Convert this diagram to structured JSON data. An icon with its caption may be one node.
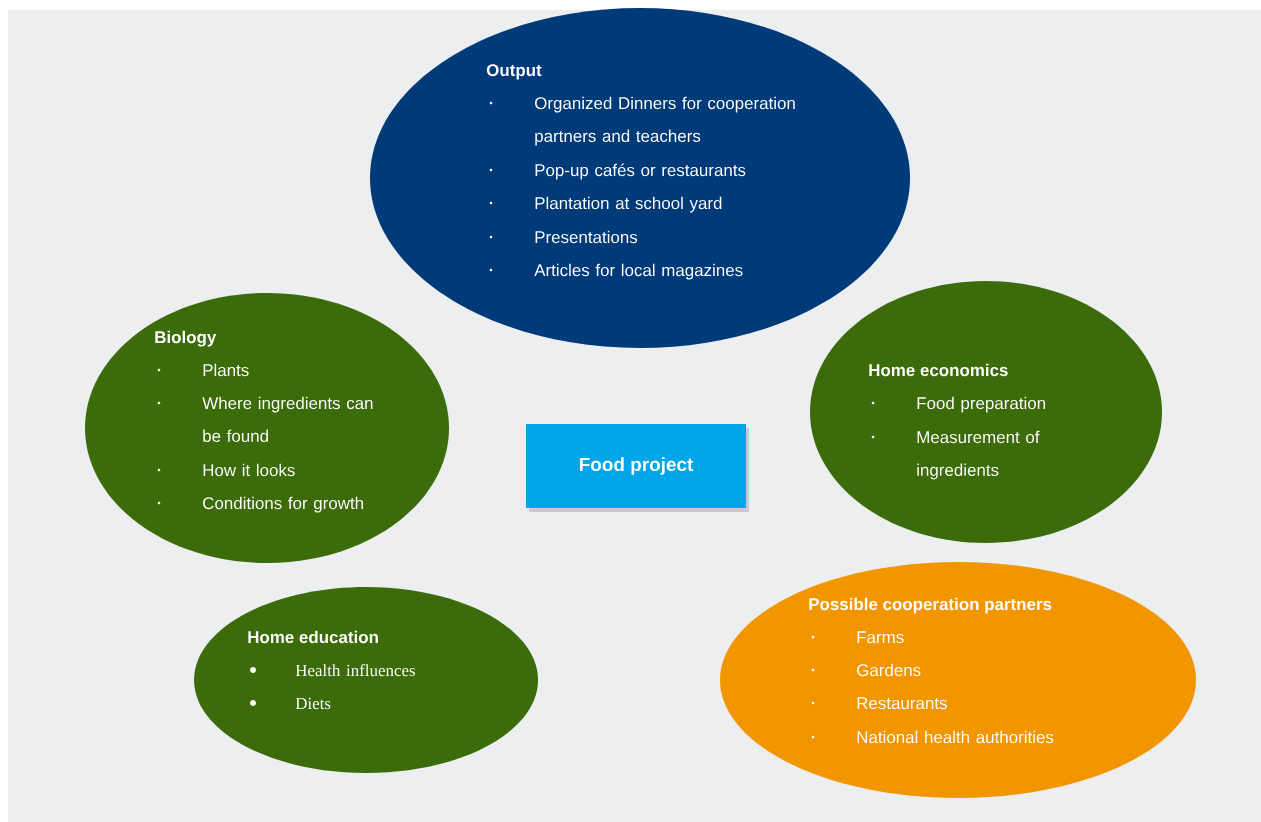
{
  "diagram": {
    "nodes": [
      {
        "text": [
          "Output",
          "Organized Dinners for cooperation partners and teachers",
          "Pop-up cafés or restaurants",
          "Plantation at school yard",
          "Presentations",
          "Articles for local magazines"
        ]
      },
      {
        "text": [
          "Biology",
          "Plants",
          "Where ingredients can be found",
          "How it looks",
          "Conditions for growth"
        ]
      },
      {
        "text": [
          "Food project"
        ]
      },
      {
        "text": [
          "Home economics",
          "Food preparation",
          "Measurement of ingredients"
        ]
      },
      {
        "text": [
          "Home education",
          "Health influences",
          "Diets"
        ]
      },
      {
        "text": [
          "Possible cooperation partners",
          "Farms",
          "Gardens",
          "Restaurants",
          "National health authorities"
        ]
      }
    ]
  }
}
